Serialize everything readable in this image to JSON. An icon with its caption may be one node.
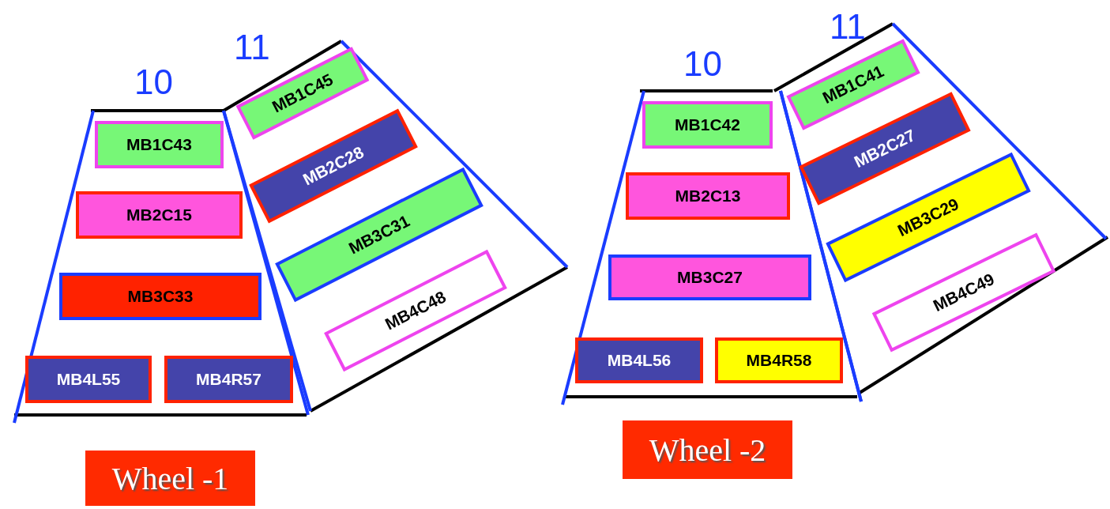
{
  "diagram": {
    "nodes": [
      {
        "text": [
          "10"
        ]
      },
      {
        "text": [
          "MB1C43"
        ],
        "in": 0
      },
      {
        "text": [
          "MB2C15"
        ],
        "in": 0
      },
      {
        "text": [
          "MB3C33"
        ],
        "in": 0
      },
      {
        "text": [
          "MB4L55"
        ],
        "in": 0
      },
      {
        "text": [
          "MB4R57"
        ],
        "in": 0
      },
      {
        "text": [
          "11"
        ]
      },
      {
        "text": [
          "MB1C45"
        ],
        "in": 6
      },
      {
        "text": [
          "MB2C28"
        ],
        "in": 6
      },
      {
        "text": [
          "MB3C31"
        ],
        "in": 6
      },
      {
        "text": [
          "MB4C48"
        ],
        "in": 6
      },
      {
        "text": [
          "Wheel -1"
        ]
      },
      {
        "text": [
          "10"
        ]
      },
      {
        "text": [
          "MB1C42"
        ],
        "in": 12
      },
      {
        "text": [
          "MB2C13"
        ],
        "in": 12
      },
      {
        "text": [
          "MB3C27"
        ],
        "in": 12
      },
      {
        "text": [
          "MB4L56"
        ],
        "in": 12
      },
      {
        "text": [
          "MB4R58"
        ],
        "in": 12
      },
      {
        "text": [
          "11"
        ]
      },
      {
        "text": [
          "MB1C41"
        ],
        "in": 18
      },
      {
        "text": [
          "MB2C27"
        ],
        "in": 18
      },
      {
        "text": [
          "MB3C29"
        ],
        "in": 18
      },
      {
        "text": [
          "MB4C49"
        ],
        "in": 18
      },
      {
        "text": [
          "Wheel -2"
        ]
      }
    ]
  }
}
